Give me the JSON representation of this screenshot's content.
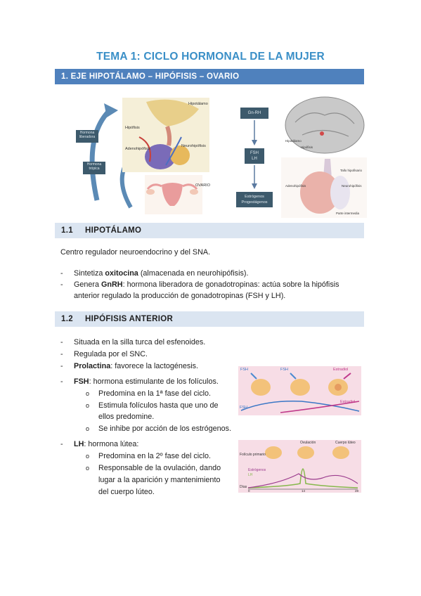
{
  "title": "TEMA 1: CICLO HORMONAL DE LA MUJER",
  "section1": {
    "heading": "1.  EJE HIPOTÁLAMO – HIPÓFISIS – OVARIO"
  },
  "figure_axis": {
    "box_left_top": "Hormona liberadora",
    "box_left_bottom": "Hormona trópica",
    "labels": {
      "hipotalamo": "Hipotálamo",
      "hipofisis": "Hipófisis",
      "adenohipofisis": "Adenohipófisis",
      "neurohipofisis": "Neurohipófisis",
      "ovario": "OVARIO"
    },
    "flow": [
      "Gn-RH",
      "FSH\nLH",
      "Estrógenos\nProgestágenos"
    ]
  },
  "figure_brain": {
    "labels": {
      "hipotalamo": "Hipotálamo",
      "hipofisis": "Hipófisis",
      "tallo": "Tallo hipofisario",
      "adeno": "Adenohipófisis",
      "neuro": "Neurohipófisis",
      "intermedia": "Parte intermedia"
    }
  },
  "sub1": {
    "num": "1.1",
    "label": "HIPOTÁLAMO"
  },
  "sub1_intro": "Centro regulador neuroendocrino y del SNA.",
  "sub1_items": [
    {
      "pre": "Sintetiza ",
      "bold": "oxitocina",
      "post": " (almacenada en neurohipófisis)."
    },
    {
      "pre": "Genera ",
      "bold": "GnRH",
      "post": ": hormona liberadora de gonadotropinas: actúa sobre la hipófisis"
    },
    {
      "cont": "anterior regulado la producción de gonadotropinas (FSH y LH)."
    }
  ],
  "sub2": {
    "num": "1.2",
    "label": "HIPÓFISIS ANTERIOR"
  },
  "sub2_items": [
    "Situada en la silla turca del esfenoides.",
    "Regulada por el SNC."
  ],
  "prolactina": {
    "bold": "Prolactina",
    "post": ": favorece la lactogénesis."
  },
  "fsh": {
    "bold": "FSH",
    "post": ": hormona estimulante de los folículos.",
    "subs": [
      "Predomina en la 1ª fase del ciclo.",
      "Estimula folículos hasta que uno de",
      "ellos predomine.",
      "Se inhibe por acción de los estrógenos."
    ]
  },
  "lh": {
    "bold": "LH",
    "post": ": hormona lútea:",
    "subs": [
      "Predomina en la 2º fase del ciclo.",
      "Responsable de la ovulación, dando",
      "lugar a la aparición y mantenimiento",
      "del cuerpo lúteo."
    ]
  },
  "fig_fsh": {
    "labels": [
      "FSH",
      "FSH",
      "Estradiol",
      "FSH",
      "Estradiol"
    ]
  },
  "fig_lh": {
    "labels": [
      "Ovulación",
      "Cuerpo lúteo",
      "Folículo primario",
      "Estrógenos",
      "LH",
      "Días",
      "0",
      "14",
      "28"
    ]
  },
  "colors": {
    "title": "#3a8fc7",
    "heading": "#4f81bd",
    "subheading": "#dbe5f1"
  }
}
